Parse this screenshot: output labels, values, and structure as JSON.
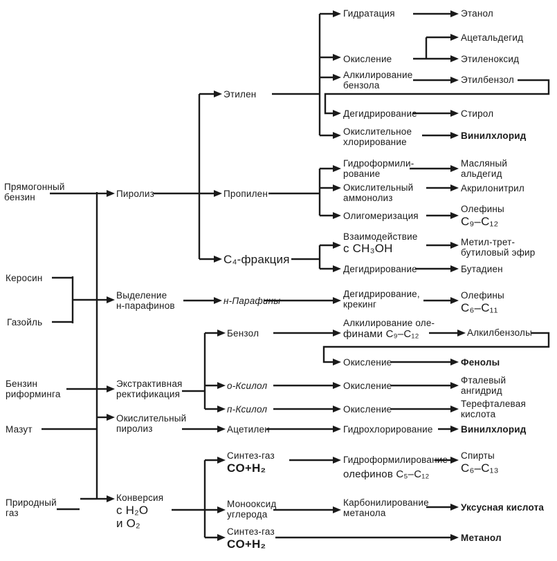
{
  "sources": {
    "straight_run_gasoline": [
      "Прямогонный",
      "бензин"
    ],
    "kerosene": "Керосин",
    "gas_oil": "Газойль",
    "reformate": [
      "Бензин",
      "риформинга"
    ],
    "fuel_oil": "Мазут",
    "natural_gas": [
      "Природный",
      "газ"
    ]
  },
  "processes": {
    "pyrolysis": "Пиролиз",
    "paraffin_separation": [
      "Выделение",
      "н-парафинов"
    ],
    "extractive_rect": [
      "Экстрактивная",
      "ректификация"
    ],
    "oxidative_pyrolysis": [
      "Окислительный",
      "пиролиз"
    ],
    "conversion": [
      "Конверсия",
      "с H₂O",
      "и O₂"
    ]
  },
  "intermediates": {
    "ethylene": "Этилен",
    "propylene": "Пропилен",
    "c4": "C₄-фракция",
    "n_paraffins": "н-Парафины",
    "benzene": "Бензол",
    "o_xylene": "о-Ксилол",
    "p_xylene": "п-Ксилол",
    "acetylene": "Ацетилен",
    "syngas1": [
      "Синтез-газ",
      "CO+H₂"
    ],
    "co": [
      "Монооксид",
      "углерода"
    ],
    "syngas2": [
      "Синтез-газ",
      "CO+H₂"
    ]
  },
  "reactions": {
    "hydration": "Гидратация",
    "oxidation_e": "Окисление",
    "alkyl_benzene": [
      "Алкилирование",
      "бензола"
    ],
    "dehydro_e": "Дегидрирование",
    "oxychlor": [
      "Окислительное",
      "хлорирование"
    ],
    "hydroform_p": [
      "Гидроформили-",
      "рование"
    ],
    "ammonolysis": [
      "Окислительный",
      "аммонолиз"
    ],
    "oligomer": "Олигомеризация",
    "interaction": [
      "Взаимодействие",
      "с CH₃OH"
    ],
    "dehydro_c4": "Дегидрирование",
    "dehydro_crack": [
      "Дегидрирование,",
      "крекинг"
    ],
    "alkyl_olefins": [
      "Алкилирование оле-",
      "финами C₉–C₁₂"
    ],
    "oxidation_b": "Окисление",
    "oxidation_o": "Окисление",
    "oxidation_p": "Окисление",
    "hydrochlor": "Гидрохлорирование",
    "hydroform_o": [
      "Гидроформилирование",
      "олефинов C₅–C₁₂"
    ],
    "carbonyl": [
      "Карбонилирование",
      "метанола"
    ]
  },
  "products": {
    "ethanol": "Этанол",
    "acetaldehyde": "Ацетальдегид",
    "ethylene_oxide": "Этиленоксид",
    "ethylbenzene": "Этилбензол",
    "styrene": "Стирол",
    "vinyl_chloride1": "Винилхлорид",
    "butyraldehyde": [
      "Масляный",
      "альдегид"
    ],
    "acrylonitrile": "Акрилонитрил",
    "olefins_c9": [
      "Олефины",
      "C₉–C₁₂"
    ],
    "mtbe": [
      "Метил-трет-",
      "бутиловый эфир"
    ],
    "butadiene": "Бутадиен",
    "olefins_c6": [
      "Олефины",
      "C₆–C₁₁"
    ],
    "alkylbenzenes": "Алкилбензолы",
    "phenols": "Фенолы",
    "phthalic": [
      "Фталевый",
      "ангидрид"
    ],
    "terephthalic": [
      "Терефталевая",
      "кислота"
    ],
    "vinyl_chloride2": "Винилхлорид",
    "alcohols": [
      "Спирты",
      "C₆–C₁₃"
    ],
    "acetic_acid": "Уксусная кислота",
    "methanol": "Метанол"
  }
}
